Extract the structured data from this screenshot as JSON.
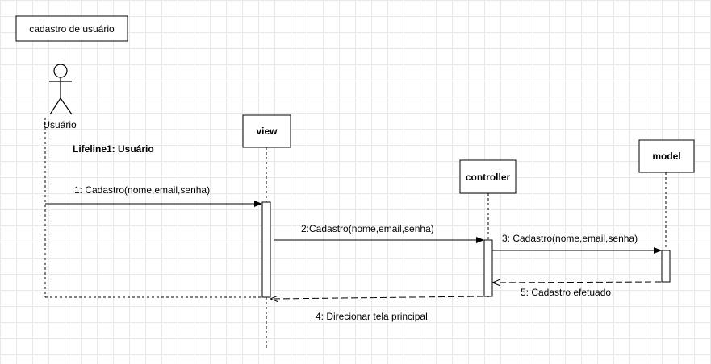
{
  "diagram": {
    "title_box": "cadastro de usuário",
    "actor": {
      "name": "Usuário",
      "lifeline_label": "Lifeline1: Usuário"
    },
    "participants": {
      "view": "view",
      "controller": "controller",
      "model": "model"
    },
    "messages": {
      "m1": "1: Cadastro(nome,email,senha)",
      "m2": "2:Cadastro(nome,email,senha)",
      "m3": "3: Cadastro(nome,email,senha)",
      "m4": "4: Direcionar tela principal",
      "m5": "5: Cadastro efetuado"
    }
  }
}
